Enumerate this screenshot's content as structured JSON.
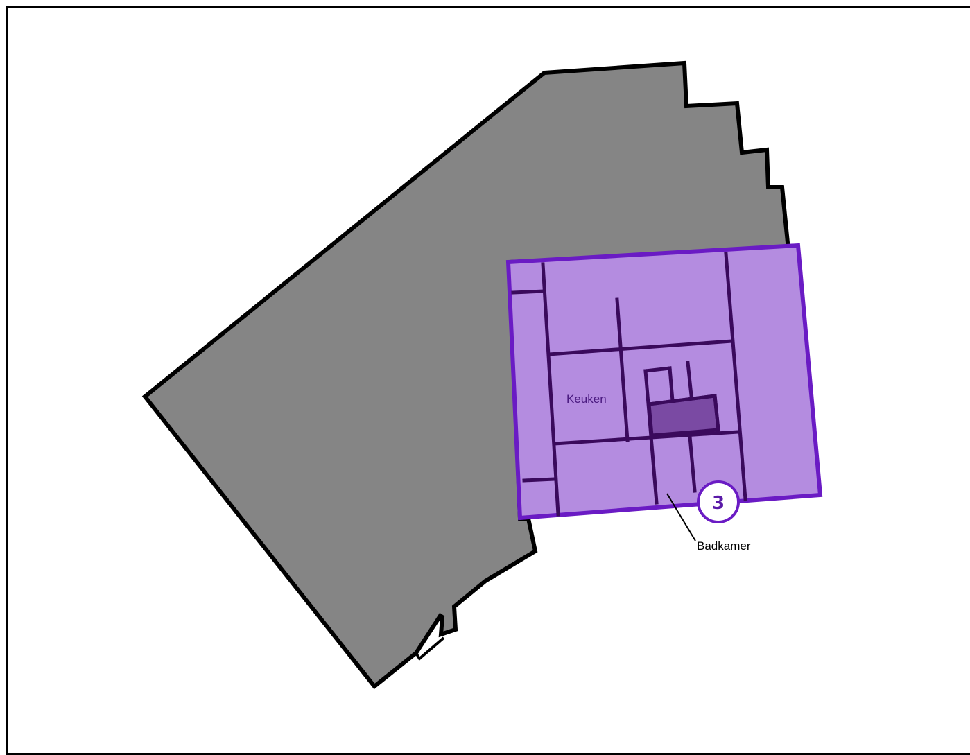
{
  "colors": {
    "building_fill": "#858585",
    "building_stroke": "#000000",
    "section_fill": "#b48ce0",
    "section_stroke": "#6a1bc4",
    "wall_color": "#3a0a5c",
    "dark_room_fill": "#7a4aa3",
    "badge_fill": "#ffffff",
    "badge_stroke": "#6a1bc4",
    "badge_text": "#5a1aa8",
    "keuken_label_color": "#4a1a80",
    "badkamer_label_color": "#000000"
  },
  "floorplan": {
    "rooms": {
      "keuken": "Keuken",
      "badkamer": "Badkamer"
    },
    "section_badge": "3"
  }
}
